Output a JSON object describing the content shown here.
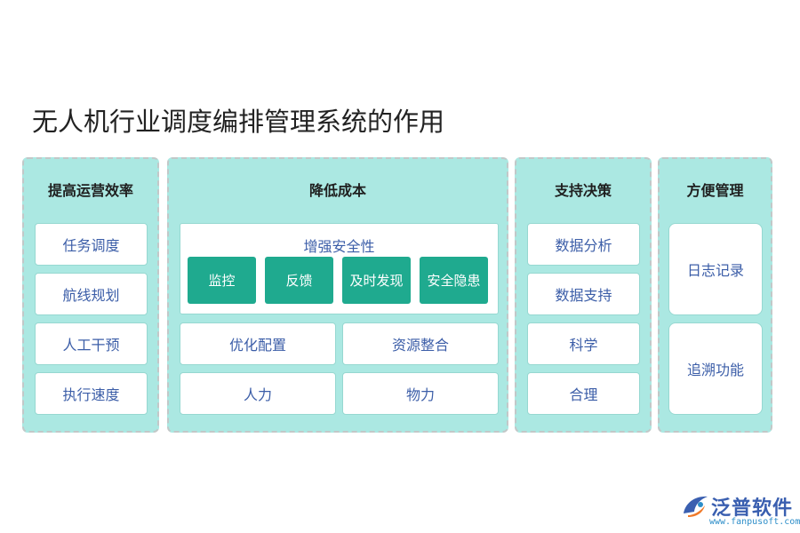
{
  "title": "无人机行业调度编排管理系统的作用",
  "columns": [
    {
      "head": "提高运营效率",
      "items": [
        "任务调度",
        "航线规划",
        "人工干预",
        "执行速度"
      ]
    },
    {
      "head": "降低成本",
      "panel": {
        "title": "增强安全性",
        "chips": [
          "监控",
          "反馈",
          "及时发现",
          "安全隐患"
        ]
      },
      "grid": [
        [
          "优化配置",
          "资源整合"
        ],
        [
          "人力",
          "物力"
        ]
      ]
    },
    {
      "head": "支持决策",
      "items": [
        "数据分析",
        "数据支持",
        "科学",
        "合理"
      ]
    },
    {
      "head": "方便管理",
      "items": [
        "日志记录",
        "追溯功能"
      ]
    }
  ],
  "logo": {
    "name": "泛普软件",
    "url": "www.fanpusoft.com"
  },
  "colors": {
    "column_bg": "#abe8e2",
    "chip_bg": "#1faa8f",
    "item_text": "#3c5ea8"
  }
}
